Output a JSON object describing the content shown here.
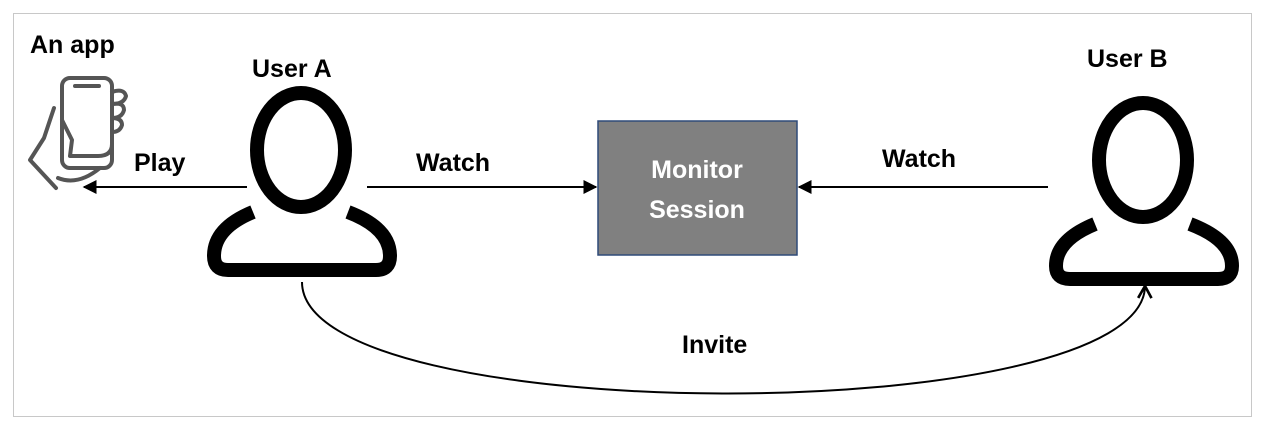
{
  "app_label": "An app",
  "user_a_label": "User A",
  "user_b_label": "User B",
  "edge_play": "Play",
  "edge_watch_a": "Watch",
  "edge_watch_b": "Watch",
  "edge_invite": "Invite",
  "box": {
    "line1": "Monitor",
    "line2": "Session"
  },
  "colors": {
    "box_fill": "#808080",
    "box_border": "#2f4a78",
    "stroke": "#000000",
    "frame": "#c8c8c8"
  },
  "icons": {
    "app": "phone-in-hand-icon",
    "user": "user-silhouette-icon"
  }
}
